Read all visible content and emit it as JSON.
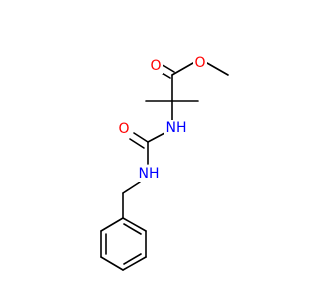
{
  "molecule": {
    "colors": {
      "bond": "#000000",
      "oxygen": "#ff0000",
      "nitrogen": "#0000ff"
    },
    "atom_labels": {
      "ester_carbonyl_o": "O",
      "ester_ether_o": "O",
      "amide_nh_upper": "NH",
      "urea_carbonyl_o": "O",
      "amide_nh_lower": "NH"
    }
  }
}
